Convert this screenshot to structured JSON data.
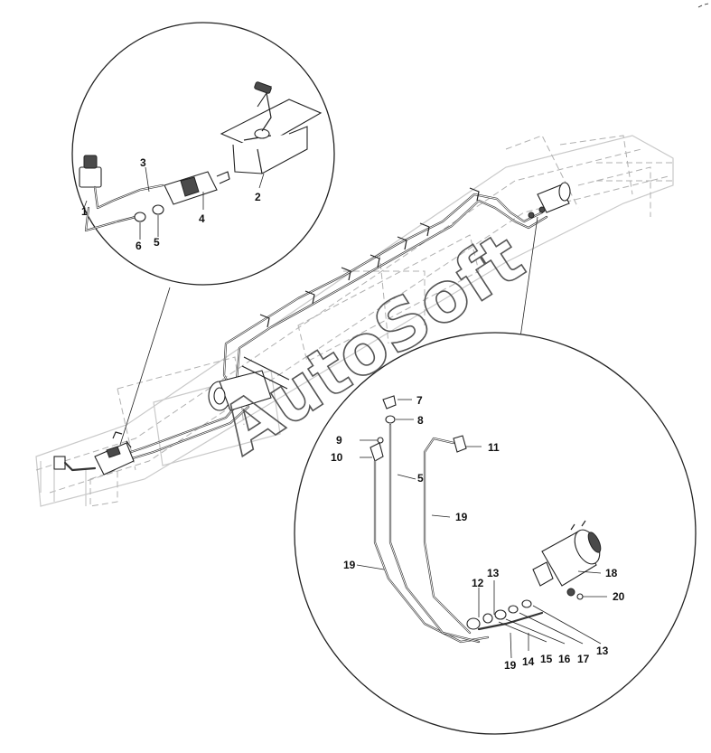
{
  "watermark": "AutoSoft",
  "detail_top": {
    "labels": [
      "1",
      "2",
      "3",
      "4",
      "5",
      "6"
    ]
  },
  "detail_bottom": {
    "labels": [
      "7",
      "8",
      "9",
      "10",
      "11",
      "5",
      "19",
      "19",
      "18",
      "20",
      "12",
      "13",
      "13",
      "14",
      "15",
      "16",
      "17",
      "19"
    ]
  }
}
